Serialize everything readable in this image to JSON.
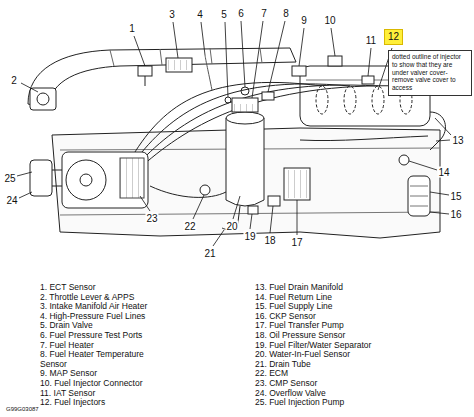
{
  "diagram": {
    "nodes": [
      {
        "text": [
          "12"
        ]
      },
      {
        "text": [
          "dotted outline of injector to show that they are under valver cover- remove valve cover to access"
        ]
      }
    ],
    "labels": [
      "1",
      "2",
      "3",
      "4",
      "5",
      "6",
      "7",
      "8",
      "9",
      "10",
      "11",
      "13",
      "14",
      "15",
      "16",
      "17",
      "18",
      "19",
      "20",
      "21",
      "22",
      "23",
      "24",
      "25",
      "G99G03087",
      "1. ECT Sensor",
      "2. Throttle Lever & APPS",
      "3. Intake Manifold Air Heater",
      "4. High-Pressure Fuel Lines",
      "5. Drain Valve",
      "6. Fuel Pressure Test Ports",
      "7. Fuel Heater",
      "8. Fuel Heater Temperature Sensor",
      "9. MAP Sensor",
      "10. Fuel Injector Connector",
      "11. IAT Sensor",
      "12. Fuel Injectors",
      "13. Fuel Drain Manifold",
      "14. Fuel Return Line",
      "15. Fuel Supply Line",
      "16. CKP Sensor",
      "17. Fuel Transfer Pump",
      "18. Oil Pressure Sensor",
      "19. Fuel Filter/Water Separator",
      "20. Water-In-Fuel Sensor",
      "21. Drain Tube",
      "22. ECM",
      "23. CMP Sensor",
      "24. Overflow Valve",
      "25. Fuel Injection Pump"
    ]
  }
}
